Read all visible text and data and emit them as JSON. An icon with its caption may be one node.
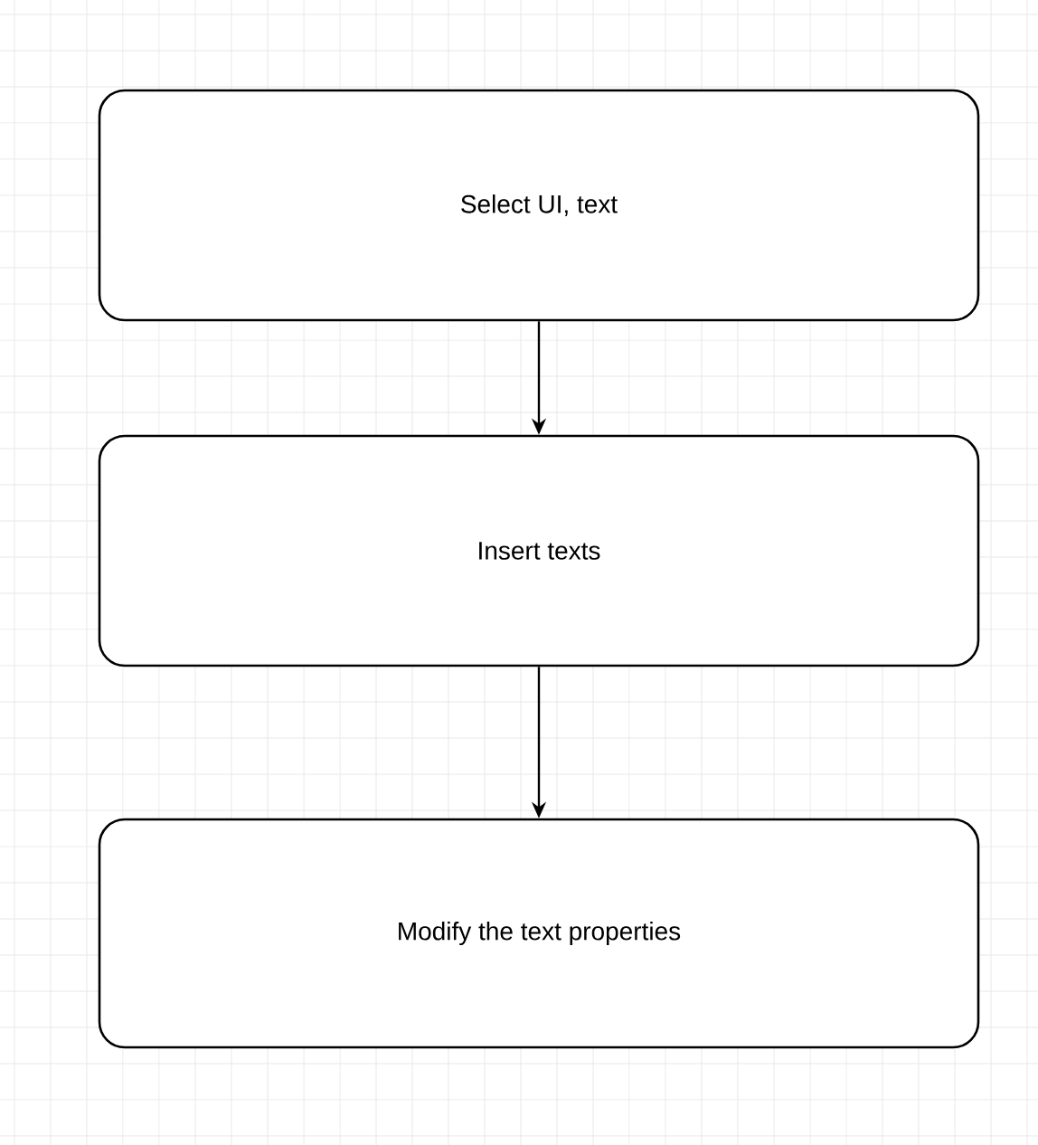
{
  "diagram": {
    "nodes": [
      {
        "text": [
          "Select UI, text"
        ]
      },
      {
        "text": [
          "Insert texts"
        ]
      },
      {
        "text": [
          "Modify the text properties"
        ]
      }
    ],
    "edges": [
      {
        "from": 0,
        "to": 1,
        "arrow": "to"
      },
      {
        "from": 1,
        "to": 2,
        "arrow": "to"
      }
    ]
  }
}
